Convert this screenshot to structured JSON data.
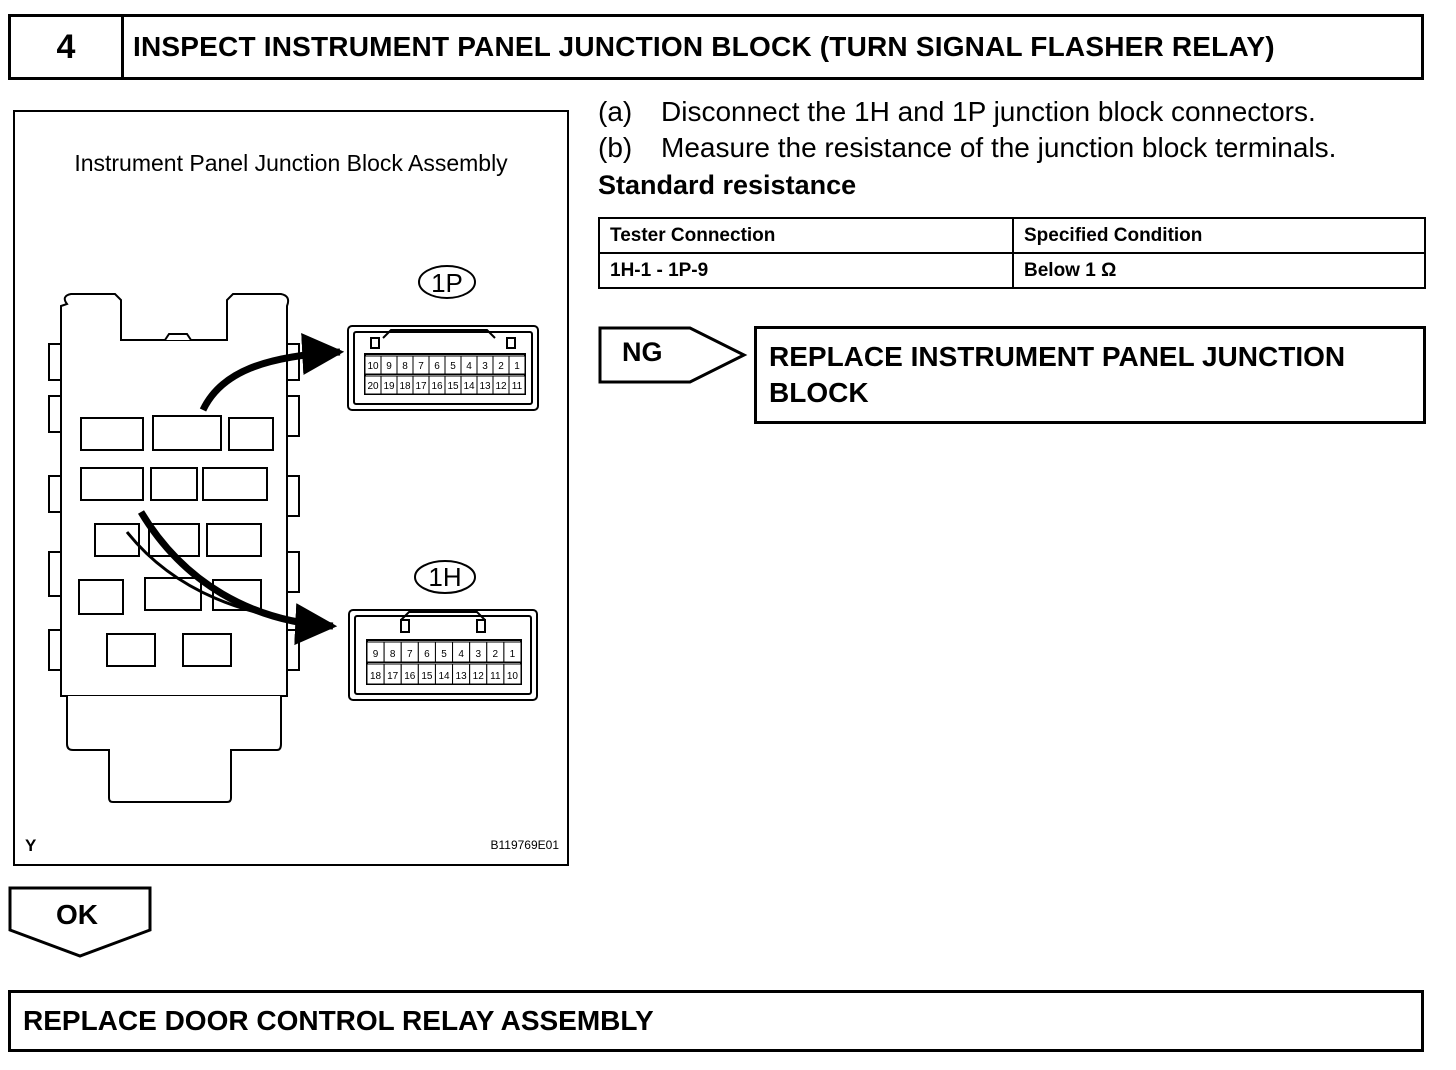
{
  "header": {
    "step_number": "4",
    "title": "INSPECT INSTRUMENT PANEL JUNCTION BLOCK (TURN SIGNAL FLASHER RELAY)"
  },
  "figure": {
    "title": "Instrument Panel Junction Block Assembly",
    "connector_1p_label": "1P",
    "connector_1h_label": "1H",
    "connector_1p_top_pins": [
      "10",
      "9",
      "8",
      "7",
      "6",
      "5",
      "4",
      "3",
      "2",
      "1"
    ],
    "connector_1p_bottom_pins": [
      "20",
      "19",
      "18",
      "17",
      "16",
      "15",
      "14",
      "13",
      "12",
      "11"
    ],
    "connector_1h_top_pins": [
      "9",
      "8",
      "7",
      "6",
      "5",
      "4",
      "3",
      "2",
      "1"
    ],
    "connector_1h_bottom_pins": [
      "18",
      "17",
      "16",
      "15",
      "14",
      "13",
      "12",
      "11",
      "10"
    ],
    "corner_mark": "Y",
    "image_code": "B119769E01"
  },
  "instructions": {
    "step_a_label": "(a)",
    "step_a_text": "Disconnect the 1H and 1P junction block connectors.",
    "step_b_label": "(b)",
    "step_b_text": "Measure the resistance of the junction block terminals.",
    "standard_label": "Standard resistance"
  },
  "table": {
    "headers": [
      "Tester Connection",
      "Specified Condition"
    ],
    "rows": [
      [
        "1H-1 - 1P-9",
        "Below 1 Ω"
      ]
    ]
  },
  "ng": {
    "label": "NG",
    "action_line1": "REPLACE INSTRUMENT PANEL JUNCTION",
    "action_line2": "BLOCK"
  },
  "ok": {
    "label": "OK"
  },
  "final_action": "REPLACE DOOR CONTROL RELAY ASSEMBLY"
}
